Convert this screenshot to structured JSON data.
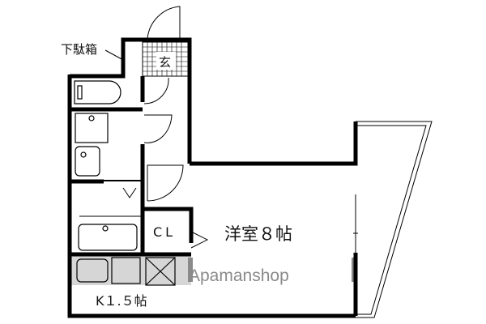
{
  "floor_plan": {
    "labels": {
      "shoe_box": "下駄箱",
      "entrance": "玄",
      "closet": "CL",
      "western_room": "洋室８帖",
      "kitchen": "K１.５帖"
    },
    "watermark": "Apamanshop",
    "colors": {
      "wall": "#000000",
      "watermark": "#8a8a8a",
      "kitchen_band": "#d6d6d6"
    }
  }
}
